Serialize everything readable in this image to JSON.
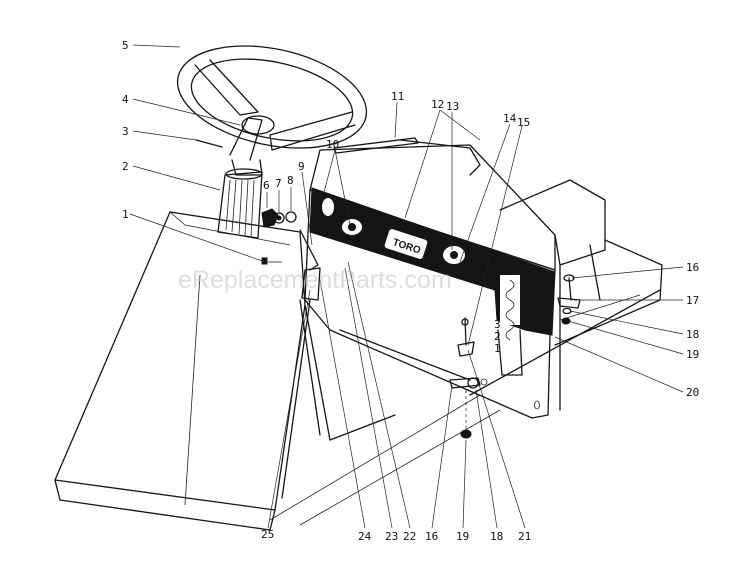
{
  "watermark": "eReplacementParts.com",
  "brand_label": "TORO",
  "gear_marks": [
    "3",
    "2",
    "1"
  ],
  "callouts": [
    "1",
    "2",
    "3",
    "4",
    "5",
    "6",
    "7",
    "8",
    "9",
    "10",
    "11",
    "12",
    "13",
    "14",
    "15",
    "16",
    "17",
    "18",
    "19",
    "20",
    "25",
    "24",
    "23",
    "22",
    "16",
    "19",
    "18",
    "21"
  ],
  "colors": {
    "ink": "#161616",
    "panel": "#141414",
    "paper": "#ffffff",
    "watermark": "#c8c8c8"
  }
}
